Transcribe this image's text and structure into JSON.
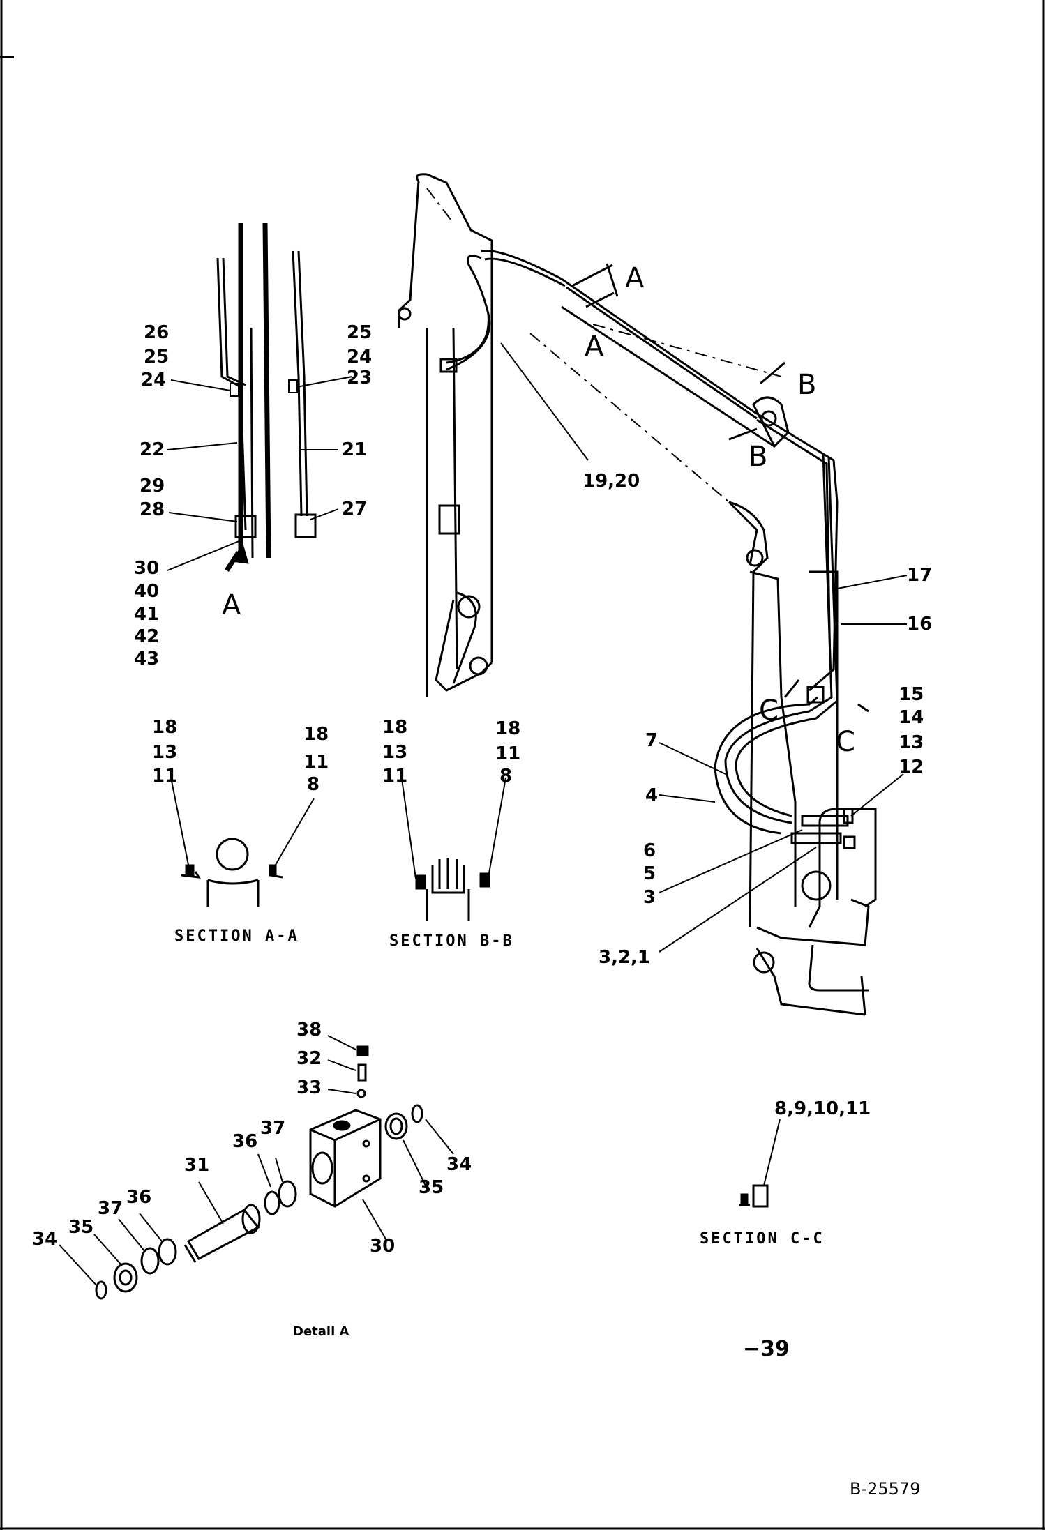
{
  "callouts": {
    "detail_a_pipe": [
      "26",
      "25",
      "24",
      "22",
      "29",
      "28",
      "30",
      "40",
      "41",
      "42",
      "43"
    ],
    "detail_a_pipe_right": [
      "25",
      "24",
      "23",
      "21",
      "27"
    ],
    "view_arrow": "A",
    "section_aa_left": [
      "18",
      "13",
      "11"
    ],
    "section_aa_right": [
      "18",
      "11",
      "8"
    ],
    "section_bb_left": [
      "18",
      "13",
      "11"
    ],
    "section_bb_right": [
      "18",
      "11",
      "8"
    ],
    "boom_hose": "19,20",
    "arm_right": [
      "17",
      "16",
      "15",
      "14",
      "13",
      "12"
    ],
    "arm_left": [
      "7",
      "4",
      "6",
      "5",
      "3"
    ],
    "arm_bottom": "3,2,1",
    "section_cc": "8,9,10,11",
    "detail_parts": [
      "38",
      "32",
      "33",
      "37",
      "36",
      "31",
      "34",
      "35",
      "37",
      "36",
      "30",
      "35",
      "34"
    ],
    "cut_a": "A",
    "cut_b": "B",
    "cut_c": "C"
  },
  "captions": {
    "section_aa": "SECTION A-A",
    "section_bb": "SECTION B-B",
    "section_cc": "SECTION C-C",
    "detail_a": "Detail A"
  },
  "page_number": "−39",
  "drawing_number": "B-25579"
}
